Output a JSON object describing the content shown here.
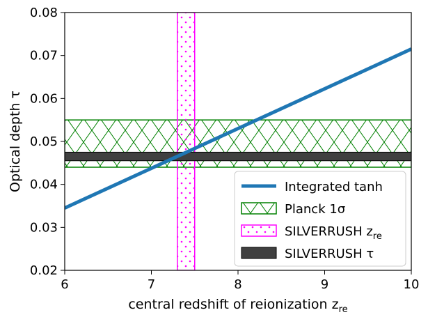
{
  "chart_data": {
    "type": "line",
    "xlabel": "central redshift of reionization z",
    "xlabel_sub": "re",
    "ylabel": "Optical depth τ",
    "xlim": [
      6,
      10
    ],
    "ylim": [
      0.02,
      0.08
    ],
    "xticks": [
      6,
      7,
      8,
      9,
      10
    ],
    "xtick_labels": [
      "6",
      "7",
      "8",
      "9",
      "10"
    ],
    "yticks": [
      0.02,
      0.03,
      0.04,
      0.05,
      0.06,
      0.07,
      0.08
    ],
    "ytick_labels": [
      "0.02",
      "0.03",
      "0.04",
      "0.05",
      "0.06",
      "0.07",
      "0.08"
    ],
    "grid": false,
    "legend_position": "lower-right",
    "series": [
      {
        "name": "Integrated tanh",
        "kind": "line",
        "color": "#1f77b4",
        "x": [
          6,
          10
        ],
        "y": [
          0.0345,
          0.0715
        ]
      }
    ],
    "bands": [
      {
        "name": "Planck 1σ",
        "orientation": "horizontal",
        "y": [
          0.044,
          0.055
        ],
        "color": "#008000",
        "hatch": "crosshatch"
      },
      {
        "name": "SILVERRUSH z",
        "name_sub": "re",
        "orientation": "vertical",
        "x": [
          7.3,
          7.5
        ],
        "color": "#ff00ff",
        "hatch": "dots"
      },
      {
        "name": "SILVERRUSH τ",
        "orientation": "horizontal",
        "y": [
          0.0455,
          0.0475
        ],
        "color": "#404040",
        "hatch": "solid"
      }
    ],
    "legend": [
      {
        "label": "Integrated tanh",
        "marker": "line",
        "color": "#1f77b4"
      },
      {
        "label": "Planck 1σ",
        "marker": "crosshatch",
        "color": "#008000"
      },
      {
        "label": "SILVERRUSH z",
        "label_sub": "re",
        "marker": "dots",
        "color": "#ff00ff"
      },
      {
        "label": "SILVERRUSH τ",
        "marker": "solid",
        "color": "#404040"
      }
    ]
  }
}
